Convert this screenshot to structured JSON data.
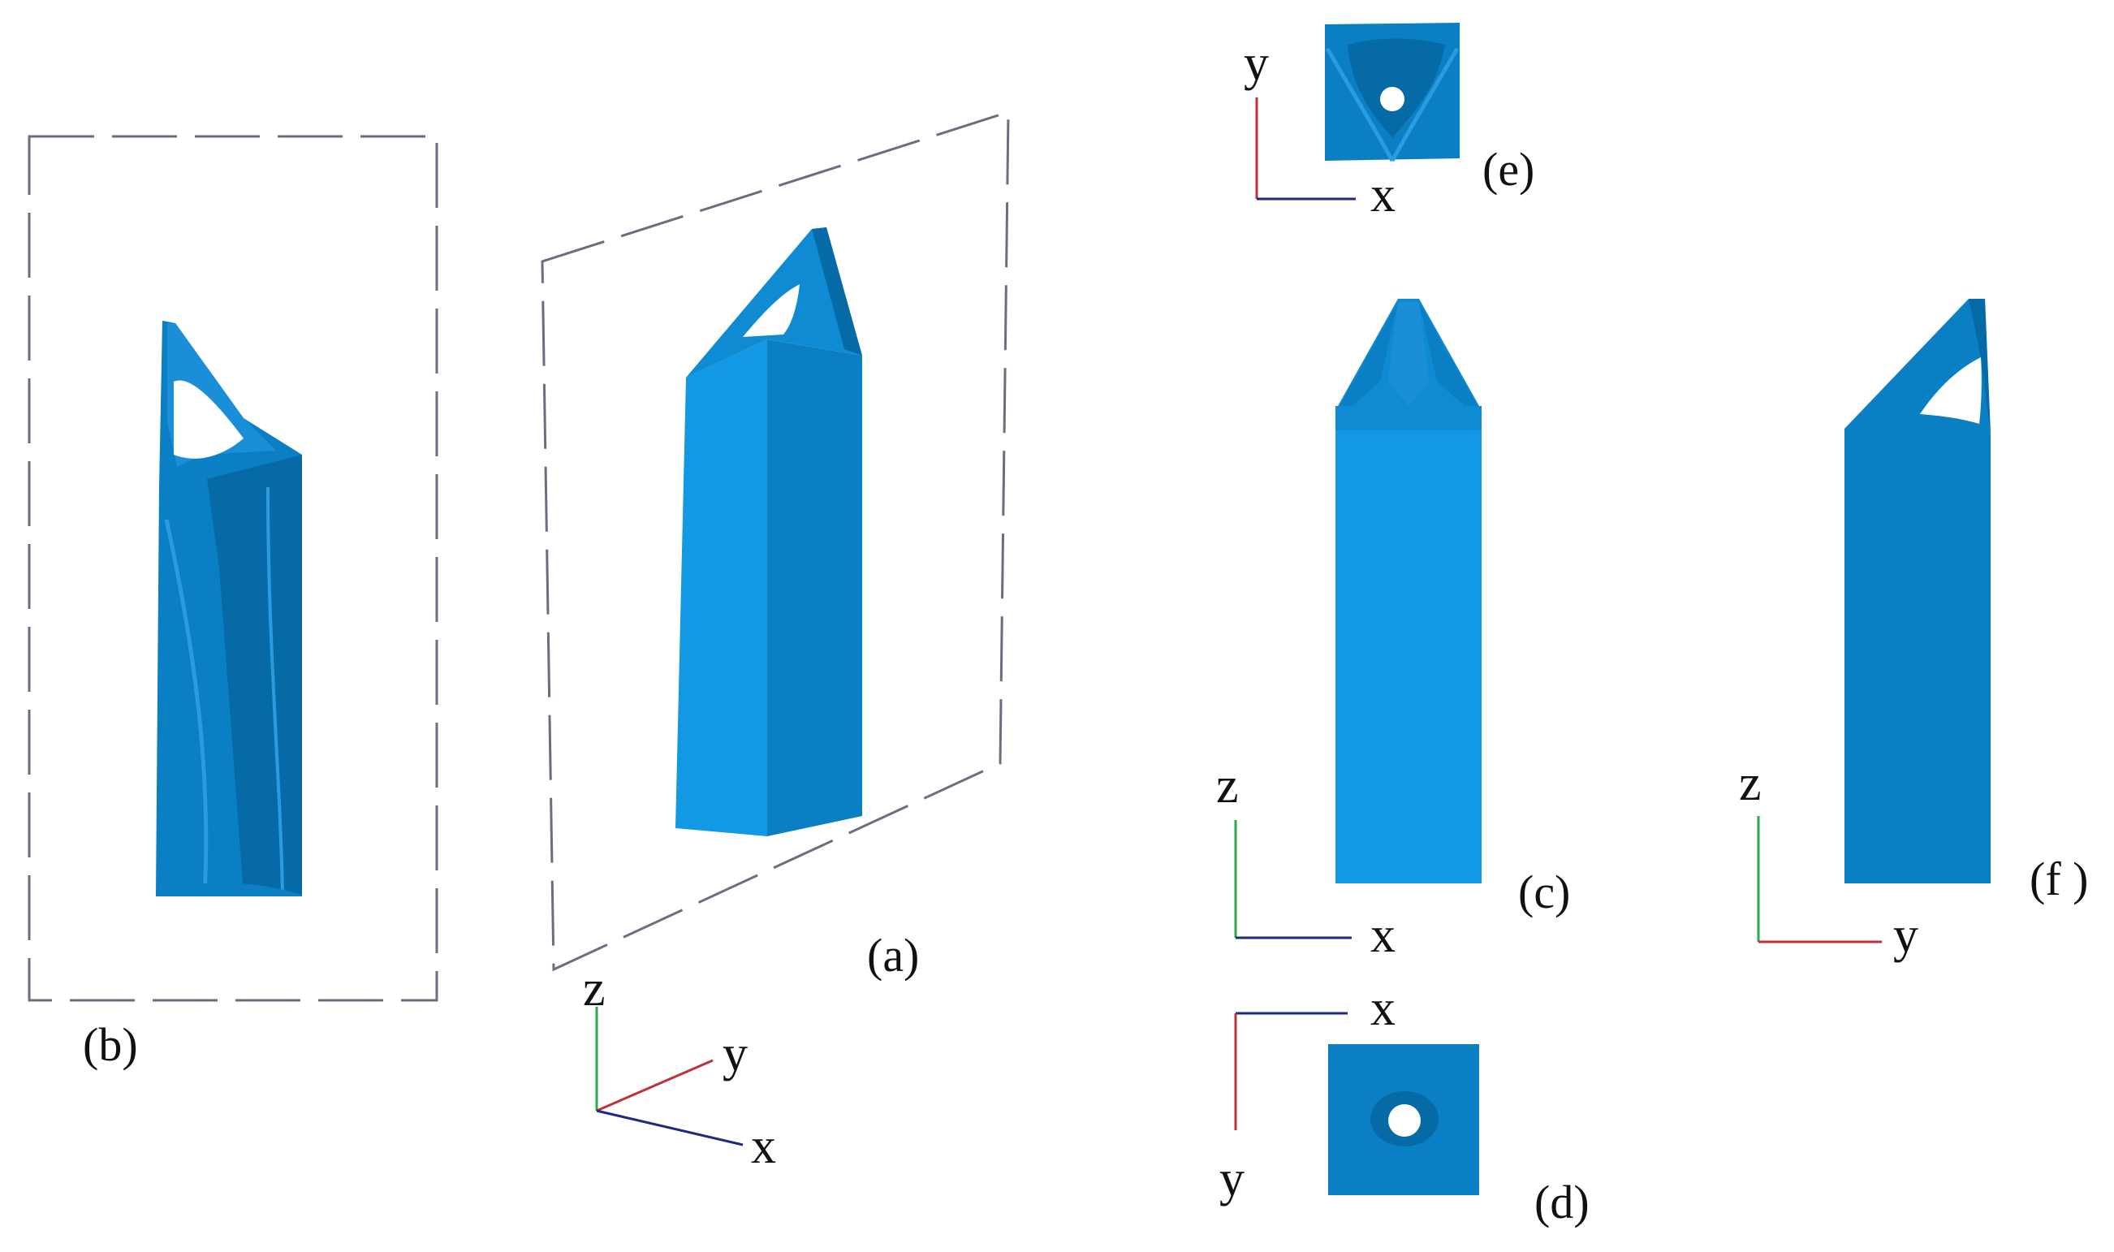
{
  "panels": {
    "a": "(a)",
    "b": "(b)",
    "c": "(c)",
    "d": "(d)",
    "e": "(e)",
    "f": "(f )"
  },
  "axes": {
    "x": "x",
    "y": "y",
    "z": "z"
  },
  "colors": {
    "light_face": "#1398e4",
    "mid_face": "#0a7fc4",
    "dark_face": "#066aa6",
    "axis_x": "#1c2a86",
    "axis_y": "#c0303a",
    "axis_z": "#2ea84a",
    "frame": "#6a6f80"
  }
}
